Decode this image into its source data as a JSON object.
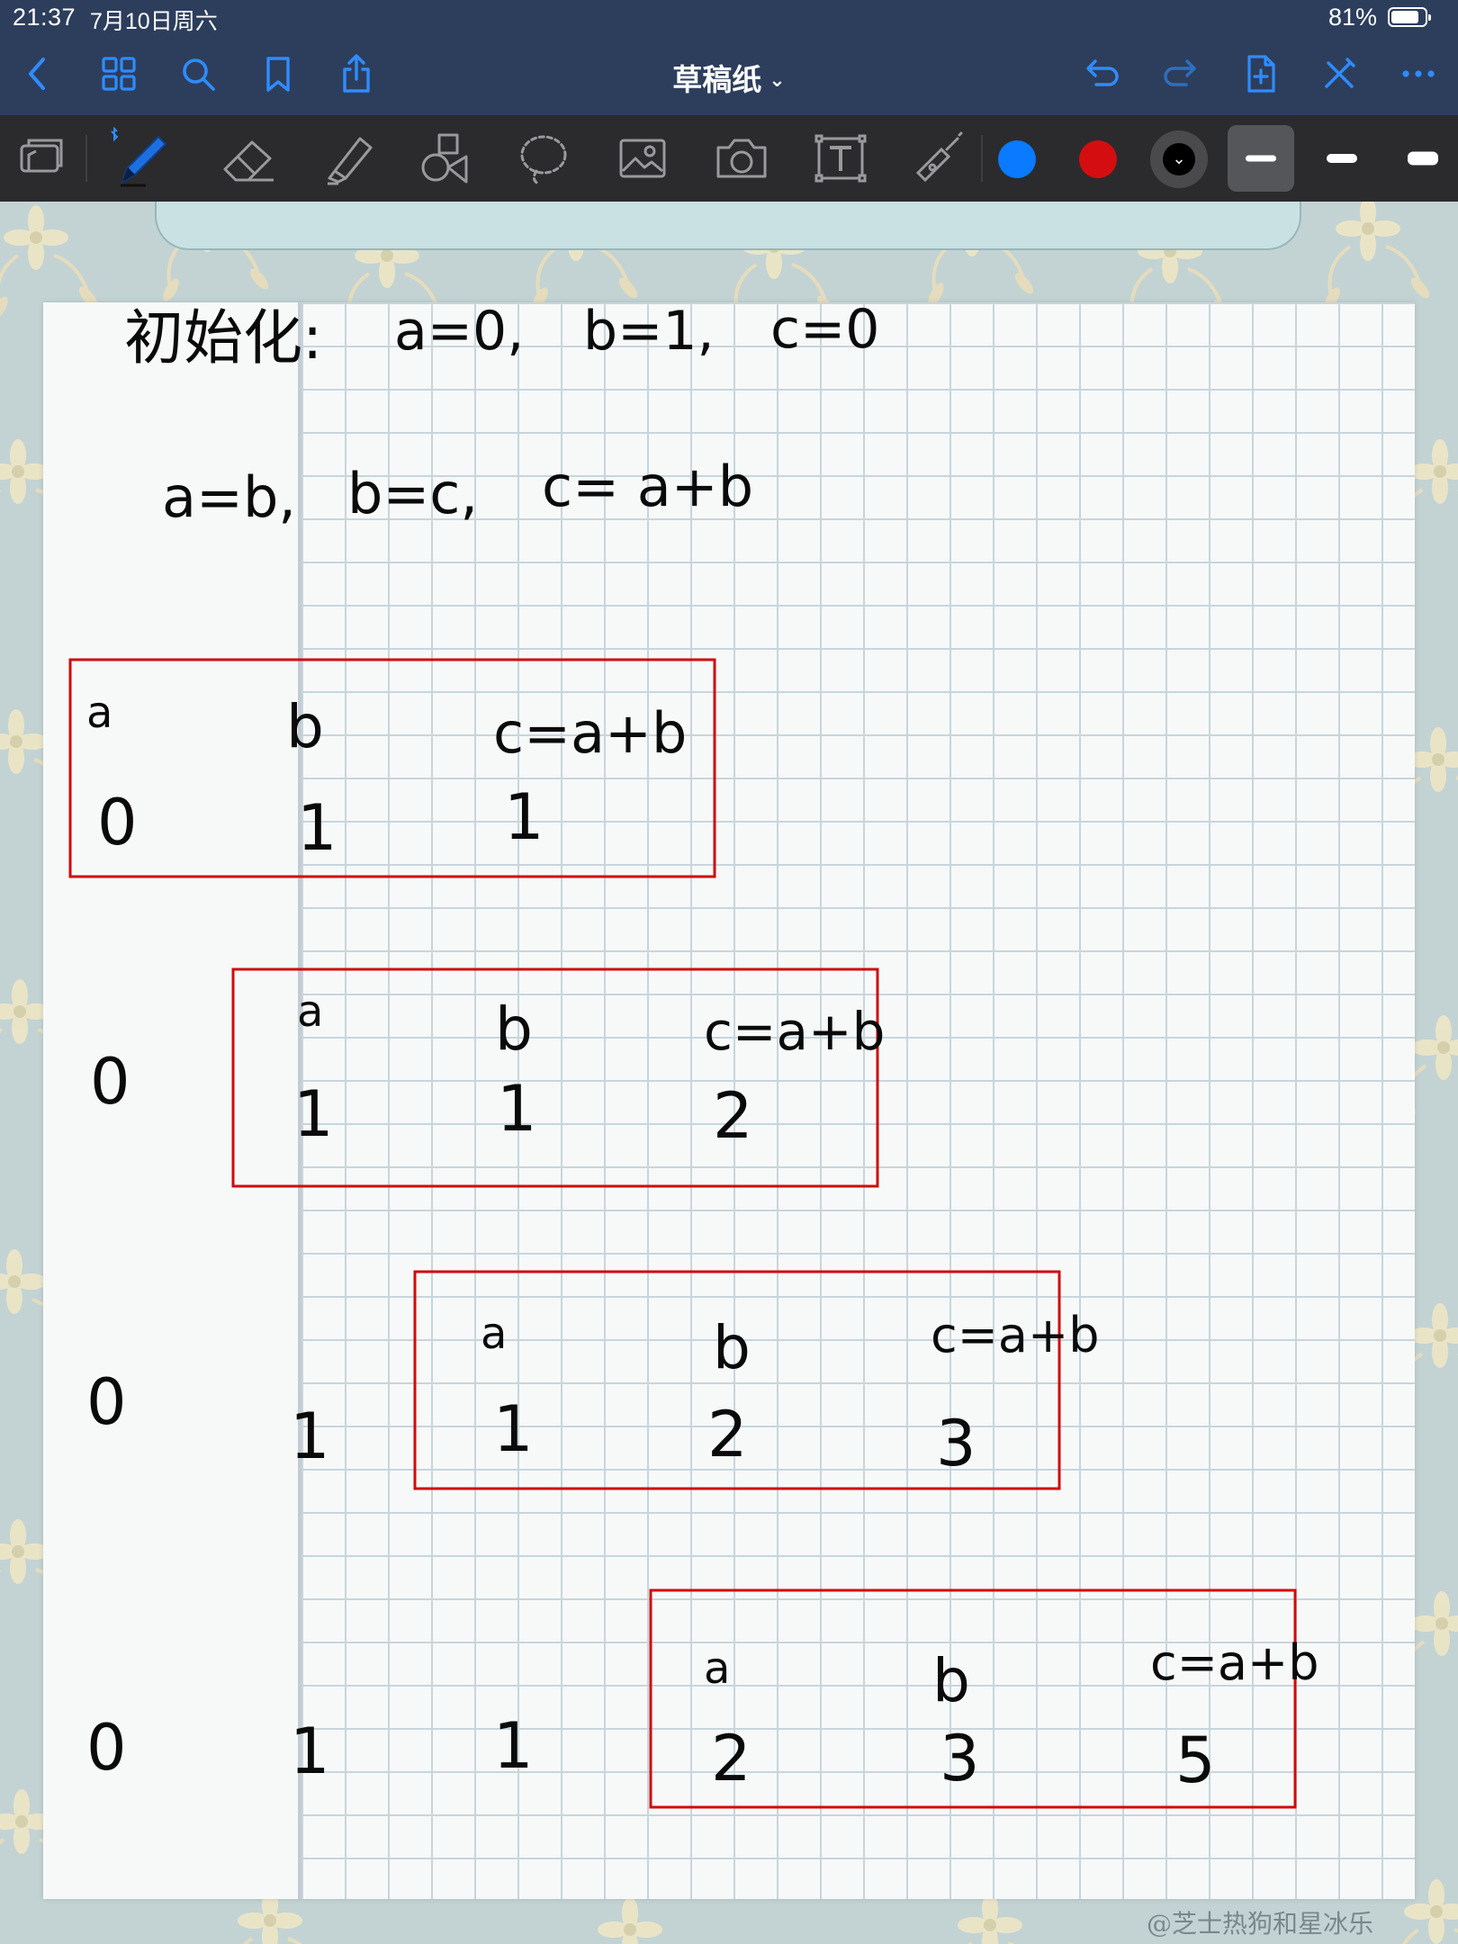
{
  "status_bar": {
    "time": "21:37",
    "date": "7月10日周六",
    "battery": "81%"
  },
  "nav_bar": {
    "title": "草稿纸",
    "left_buttons": [
      "chevron-left-icon",
      "grid-icon",
      "search-icon",
      "bookmark-icon",
      "share-icon"
    ],
    "right_buttons": [
      "undo-icon",
      "redo-icon",
      "add-page-icon",
      "close-pen-icon",
      "more-icon"
    ]
  },
  "toolbar": {
    "tools": [
      "page-layout-icon",
      "pen-icon",
      "eraser-icon",
      "highlighter-icon",
      "shapes-icon",
      "lasso-icon",
      "image-icon",
      "camera-icon",
      "text-icon",
      "laser-pointer-icon"
    ],
    "colors": [
      "#0a7aff",
      "#d40e10",
      "#000000"
    ],
    "stroke_sizes": [
      "fine",
      "medium",
      "thick"
    ],
    "selected_stroke": "fine"
  },
  "notes": {
    "line1": {
      "label": "初始化:",
      "eq1": "a=0,",
      "eq2": "b=1,",
      "eq3": "c=0"
    },
    "line2": {
      "eq1": "a=b,",
      "eq2": "b=c,",
      "eq3": "c= a+b"
    },
    "boxes": [
      {
        "headers": [
          "a",
          "b",
          "c=a+b"
        ],
        "values": [
          "0",
          "1",
          "1"
        ],
        "outside": []
      },
      {
        "headers": [
          "a",
          "b",
          "c=a+b"
        ],
        "values": [
          "1",
          "1",
          "2"
        ],
        "outside": [
          "0"
        ]
      },
      {
        "headers": [
          "a",
          "b",
          "c=a+b"
        ],
        "values": [
          "1",
          "2",
          "3"
        ],
        "outside": [
          "0",
          "1"
        ]
      },
      {
        "headers": [
          "a",
          "b",
          "c=a+b"
        ],
        "values": [
          "2",
          "3",
          "5"
        ],
        "outside": [
          "0",
          "1",
          "1"
        ]
      }
    ]
  },
  "watermark": "@芝士热狗和星冰乐"
}
